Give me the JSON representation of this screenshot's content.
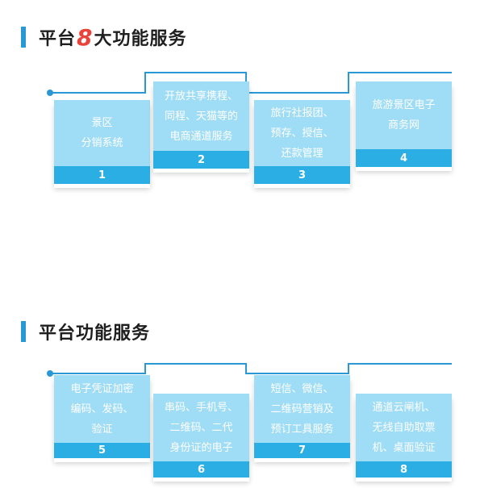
{
  "section1": {
    "title_pre": "平台",
    "title_num": "8",
    "title_post": "大功能服务",
    "cards": [
      {
        "text": "景区\n分销系统",
        "num": "1"
      },
      {
        "text": "开放共享携程、\n同程、天猫等的\n电商通道服务",
        "num": "2"
      },
      {
        "text": "旅行社报团、\n预存、授信、\n还款管理",
        "num": "3"
      },
      {
        "text": "旅游景区电子\n商务网",
        "num": "4"
      }
    ]
  },
  "section2": {
    "title": "平台功能服务",
    "cards": [
      {
        "text": "电子凭证加密\n编码、发码、\n验证",
        "num": "5"
      },
      {
        "text": "串码、手机号、\n二维码、二代\n身份证的电子",
        "num": "6"
      },
      {
        "text": "短信、微信、\n二维码营销及\n预订工具服务",
        "num": "7"
      },
      {
        "text": "通道云闸机、\n无线自助取票\n机、桌面验证",
        "num": "8"
      }
    ]
  },
  "colors": {
    "accent": "#2a98d4",
    "card_light": "#9fdcf6",
    "card_dark": "#2baee4",
    "number_highlight": "#e8443c"
  }
}
